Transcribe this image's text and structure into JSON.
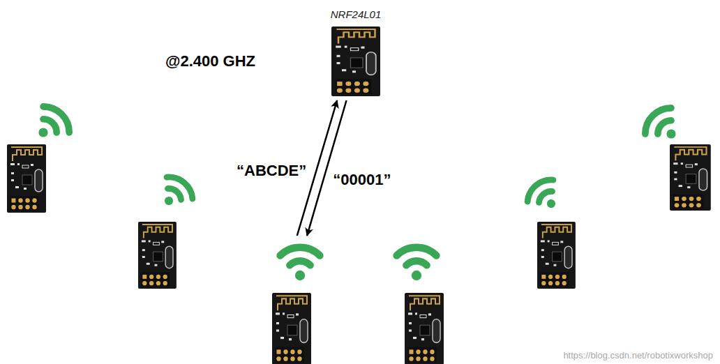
{
  "diagram": {
    "nodes": [
      {
        "text": [
          "NRF24L01"
        ]
      },
      {
        "text": []
      }
    ],
    "edges": [
      {
        "from": 1,
        "to": 0,
        "arrow": "to",
        "label": "“ABCDE”"
      },
      {
        "from": 0,
        "to": 1,
        "arrow": "to",
        "label": "“00001”"
      }
    ],
    "labels": [
      "@2.400 GHZ",
      "https://blog.csdn.net/robotixworkshop"
    ]
  }
}
